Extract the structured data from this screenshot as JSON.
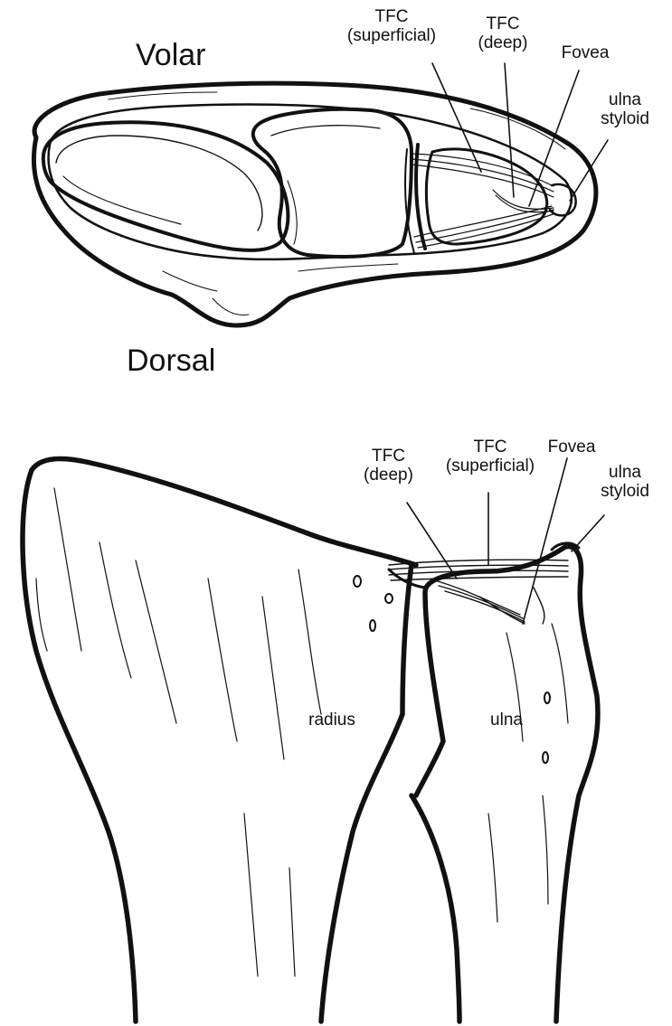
{
  "top_view": {
    "orientation_top": "Volar",
    "orientation_bottom": "Dorsal",
    "labels": {
      "tfc_superficial": "TFC\n(superficial)",
      "tfc_deep": "TFC\n(deep)",
      "fovea": "Fovea",
      "ulna_styloid": "ulna\nstyloid"
    }
  },
  "front_view": {
    "labels": {
      "tfc_deep": "TFC\n(deep)",
      "tfc_superficial": "TFC\n(superficial)",
      "fovea": "Fovea",
      "ulna_styloid": "ulna\nstyloid",
      "radius": "radius",
      "ulna": "ulna"
    }
  },
  "colors": {
    "ink": "#111111",
    "paper": "#ffffff"
  }
}
